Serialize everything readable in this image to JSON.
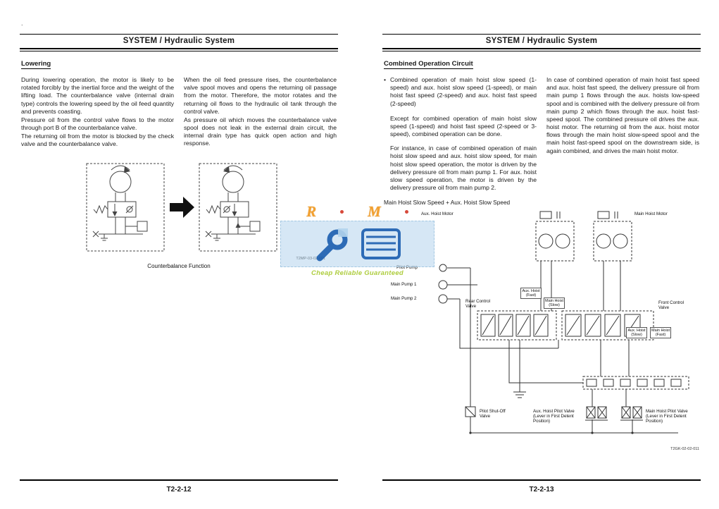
{
  "artifact": ".",
  "left_page": {
    "header": "SYSTEM / Hydraulic System",
    "section": "Lowering",
    "col1": [
      "During lowering operation, the motor is likely to be rotated forcibly by the inertial force and the weight of the lifting load. The counterbalance valve (internal drain type) controls the lowering speed by the oil feed quantity and prevents coasting.",
      "Pressure oil from the control valve flows to the motor through port B of the counterbalance valve.",
      "The returning oil from the motor is blocked by the check valve and the counterbalance valve."
    ],
    "col2": [
      "When the oil feed pressure rises, the counterbalance valve spool moves and opens the returning oil passage from the motor. Therefore, the motor rotates and the returning oil flows to the hydraulic oil tank through the control valve.",
      "As pressure oil which moves the counterbalance valve spool does not leak in the external drain circuit, the internal drain type has quick open action and high response."
    ],
    "figure": {
      "caption": "Counterbalance Function",
      "code": "T2MP-03-02-001"
    },
    "footer": "T2-2-12"
  },
  "right_page": {
    "header": "SYSTEM / Hydraulic System",
    "section": "Combined Operation Circuit",
    "bullet": "•",
    "col1": [
      "Combined operation of main hoist slow speed (1-speed) and aux. hoist slow speed (1-speed), or main hoist fast speed (2-speed) and aux. hoist fast speed (2-speed)",
      "Except for combined operation of main hoist slow speed (1-speed) and hoist fast speed (2-speed or 3-speed), combined operation can be done.",
      "For instance, in case of combined operation of main hoist slow speed and aux. hoist slow speed, for main hoist slow speed operation, the motor is driven by the delivery pressure oil from main pump 1. For aux. hoist slow speed operation, the motor is driven by the delivery pressure oil from main pump 2."
    ],
    "col2": [
      "In case of combined operation of main hoist fast speed and aux. hoist fast speed, the delivery pressure oil from main pump 1 flows through the aux. hoists low-speed spool and is combined with the delivery pressure oil from main pump 2 which flows through the aux. hoist fast-speed spool. The combined pressure oil drives the aux. hoist motor. The returning oil from the aux. hoist motor flows through the main hoist slow-speed spool and the main hoist fast-speed spool on the downstream side, is again combined, and drives the main hoist motor."
    ],
    "diagram_title": "Main Hoist Slow Speed + Aux. Hoist Slow Speed",
    "diagram": {
      "labels": {
        "aux_hoist_motor": "Aux. Hoist Motor",
        "main_hoist_motor": "Main Hoist Motor",
        "pilot_pump": "Pilot Pump",
        "main_pump_1": "Main Pump 1",
        "main_pump_2": "Main Pump 2",
        "rear_control_valve": "Rear Control Valve",
        "front_control_valve": "Front Control Valve",
        "aux_hoist_fast": "Aux. Hoist (Fast)",
        "main_hoist_slow": "Main Hoist (Slow)",
        "aux_hoist_slow": "Aux. Hoist (Slow)",
        "main_hoist_fast": "Main Hoist (Fast)",
        "pilot_shutoff_valve": "Pilot Shut-Off Valve",
        "aux_hoist_pilot_valve": "Aux. Hoist Pilot Valve (Lever in First Detent Position)",
        "main_hoist_pilot_valve": "Main Hoist Pilot Valve (Lever in First Detent Position)"
      },
      "code": "T2GK-02-02-011"
    },
    "footer": "T2-2-13"
  },
  "watermark": {
    "letter_left": "R",
    "letter_right": "M",
    "tagline": "Cheap Reliable Guaranteed",
    "accent_orange": "#f29a20",
    "accent_blue": "#1c5fb0",
    "accent_green": "#a8c92f"
  }
}
